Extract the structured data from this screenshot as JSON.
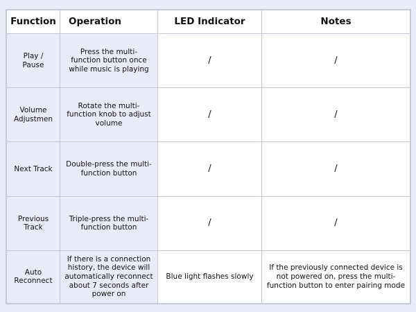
{
  "headers": {
    "function": "Function",
    "operation": "Operation",
    "led": "LED Indicator",
    "notes": "Notes"
  },
  "rows": [
    {
      "function": "Play / Pause",
      "operation": "Press the multi-function button once while music is playing",
      "led": "/",
      "notes": "/"
    },
    {
      "function": "Volume Adjustmen",
      "operation": "Rotate the multi-function knob to adjust volume",
      "led": "/",
      "notes": "/"
    },
    {
      "function": "Next Track",
      "operation": "Double-press the multi-function button",
      "led": "/",
      "notes": "/"
    },
    {
      "function": "Previous Track",
      "operation": "Triple-press the multi-function button",
      "led": "/",
      "notes": "/"
    },
    {
      "function": "Auto Reconnect",
      "operation": "If there is a connection history, the device will automatically reconnect about 7 seconds after power on",
      "led": "Blue light flashes slowly",
      "notes": "If the previously connected device is not powered on, press the multi-function button to enter pairing mode"
    }
  ],
  "colors": {
    "tint": "#e9ecf6",
    "border": "#c5cad6",
    "text": "#111111"
  }
}
